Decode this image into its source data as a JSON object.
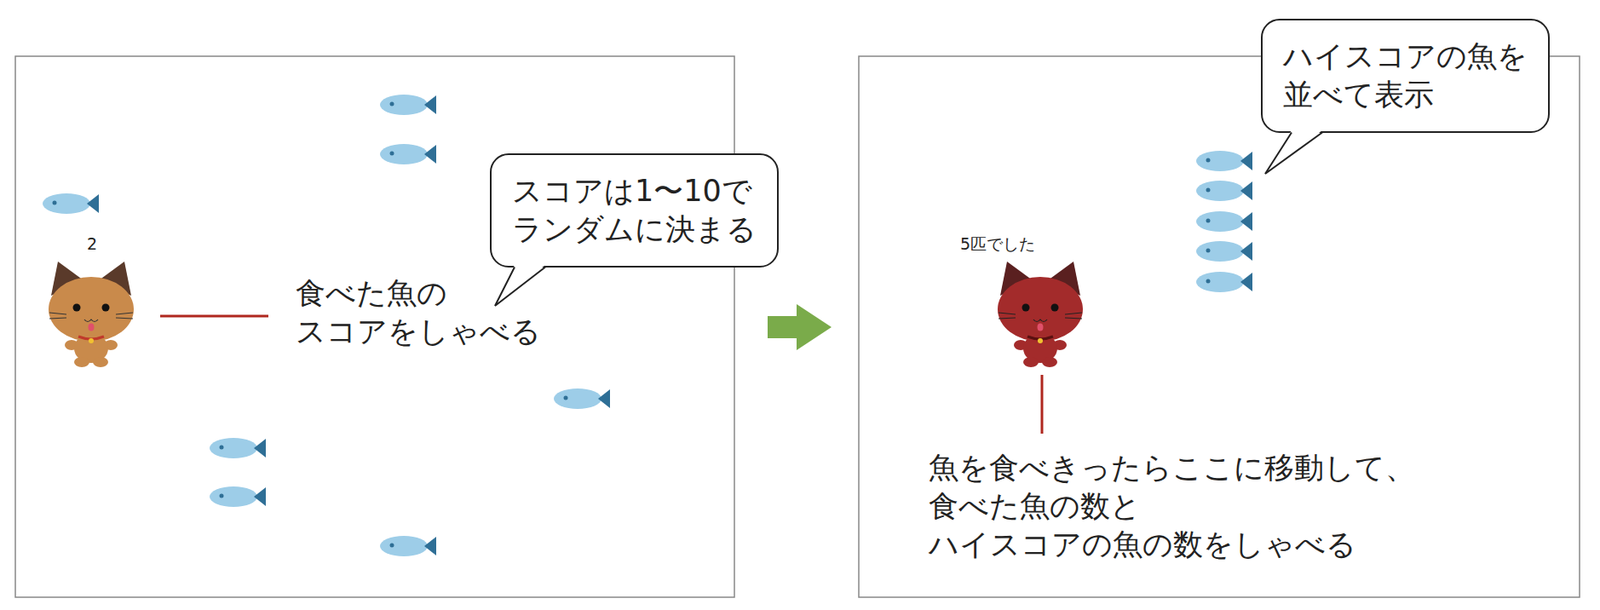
{
  "diagram": {
    "nodes": [
      {
        "text": [
          "スコアは1〜10で ランダムに決まる"
        ]
      },
      {
        "text": [
          "ハイスコアの魚を 並べて表示"
        ]
      }
    ],
    "labels": [
      "2",
      "食べた魚の スコアをしゃべる",
      "5匹でした",
      "魚を食べきったらここに移動して、 食べた魚の数と ハイスコアの魚の数をしゃべる"
    ]
  }
}
